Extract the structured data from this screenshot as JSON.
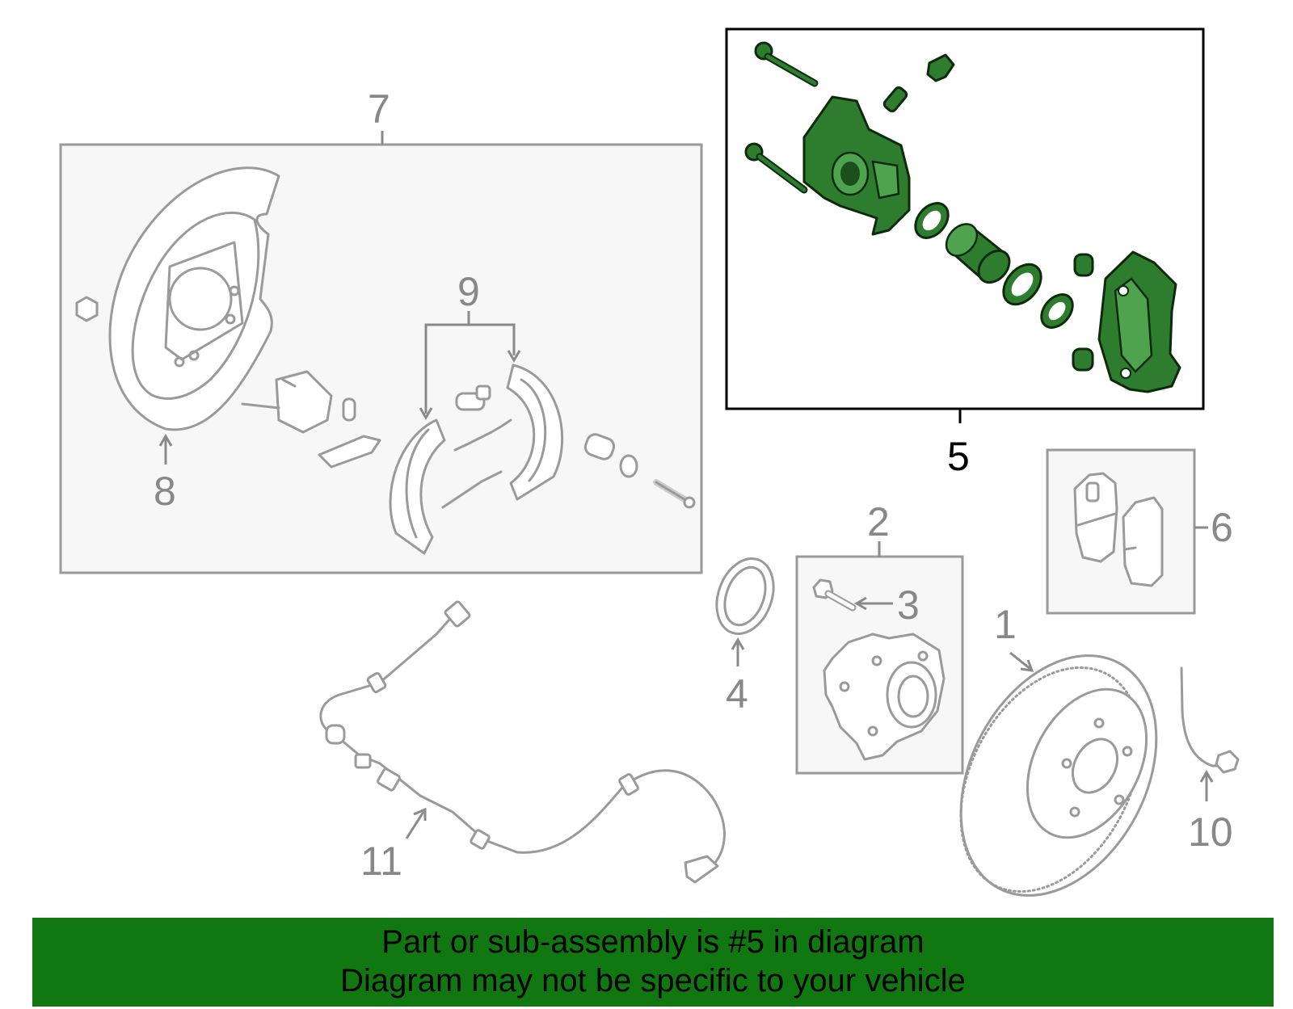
{
  "colors": {
    "highlight": "#2e7d2e",
    "part_outline": "#9a9a9a",
    "banner_background": "#117711"
  },
  "callouts": {
    "c1": "1",
    "c2": "2",
    "c3": "3",
    "c4": "4",
    "c5": "5",
    "c6": "6",
    "c7": "7",
    "c8": "8",
    "c9": "9",
    "c10": "10",
    "c11": "11"
  },
  "banner": {
    "line1": "Part or sub-assembly is #5 in diagram",
    "line2": "Diagram may not be specific to your vehicle"
  }
}
